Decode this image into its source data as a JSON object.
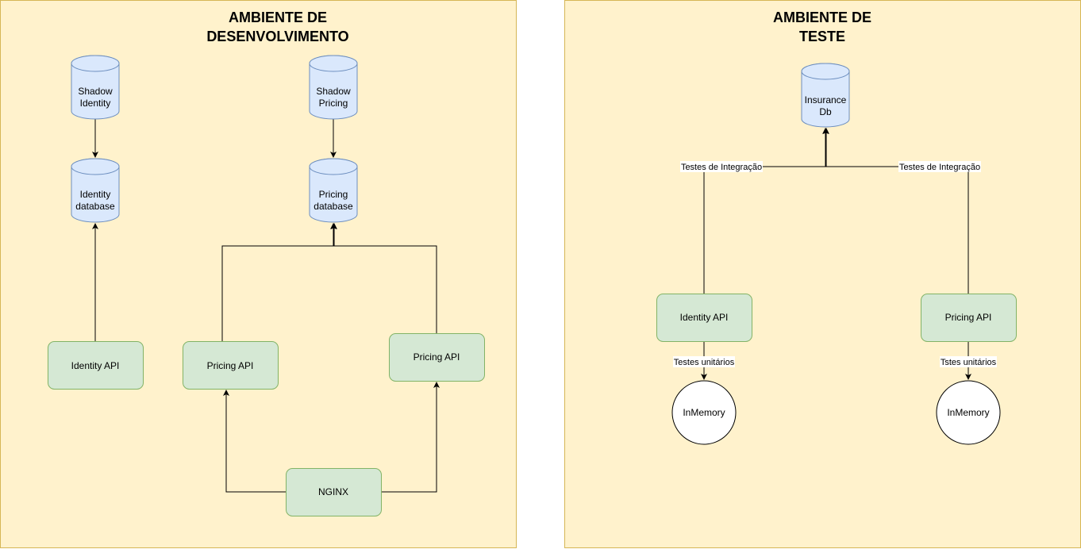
{
  "panels": {
    "dev": {
      "title_line1": "AMBIENTE DE",
      "title_line2": "DESENVOLVIMENTO"
    },
    "test": {
      "title_line1": "AMBIENTE DE",
      "title_line2": "TESTE"
    }
  },
  "dev": {
    "shadow_identity": {
      "line1": "Shadow",
      "line2": "Identity"
    },
    "shadow_pricing": {
      "line1": "Shadow",
      "line2": "Pricing"
    },
    "identity_database": {
      "line1": "Identity",
      "line2": "database"
    },
    "pricing_database": {
      "line1": "Pricing",
      "line2": "database"
    },
    "identity_api": "Identity API",
    "pricing_api_1": "Pricing API",
    "pricing_api_2": "Pricing API",
    "nginx": "NGINX"
  },
  "test": {
    "insurance_db": {
      "line1": "Insurance",
      "line2": "Db"
    },
    "identity_api": "Identity API",
    "pricing_api": "Pricing API",
    "inmemory_1": "InMemory",
    "inmemory_2": "InMemory",
    "edge_integration_left": "Testes de Integração",
    "edge_integration_right": "Testes de Integração",
    "edge_unit_left": "Testes unitários",
    "edge_unit_right": "Tstes unitários"
  },
  "colors": {
    "panel_fill": "#fff2cc",
    "panel_stroke": "#d6b656",
    "service_fill": "#d5e8d4",
    "service_stroke": "#82b366",
    "database_fill": "#dae8fc",
    "database_stroke": "#6c8ebf"
  }
}
